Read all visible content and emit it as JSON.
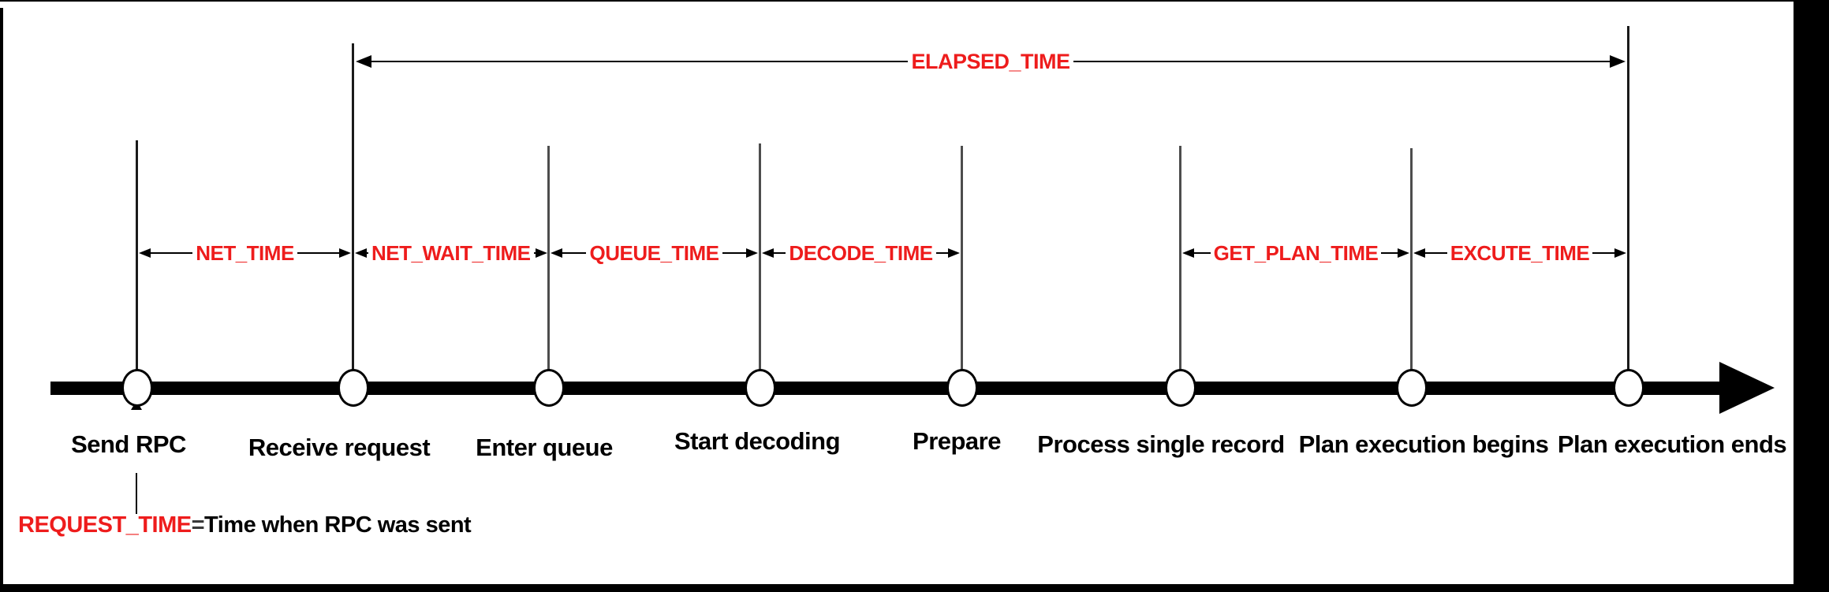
{
  "diagram": {
    "type": "rpc-timeline",
    "colors": {
      "interval_label": "#ee1c1c",
      "event_label": "#000000",
      "timeline": "#000000",
      "background": "#ffffff"
    },
    "events": [
      {
        "label": "Send RPC"
      },
      {
        "label": "Receive request"
      },
      {
        "label": "Enter queue"
      },
      {
        "label": "Start decoding"
      },
      {
        "label": "Prepare"
      },
      {
        "label": "Process single record"
      },
      {
        "label": "Plan execution begins"
      },
      {
        "label": "Plan execution ends"
      }
    ],
    "intervals": [
      {
        "label": "NET_TIME",
        "from": "Send RPC",
        "to": "Receive request"
      },
      {
        "label": "NET_WAIT_TIME",
        "from": "Receive request",
        "to": "Enter queue"
      },
      {
        "label": "QUEUE_TIME",
        "from": "Enter queue",
        "to": "Start decoding"
      },
      {
        "label": "DECODE_TIME",
        "from": "Start decoding",
        "to": "Prepare"
      },
      {
        "label": "GET_PLAN_TIME",
        "from": "Process single record",
        "to": "Plan execution begins"
      },
      {
        "label": "EXCUTE_TIME",
        "from": "Plan execution begins",
        "to": "Plan execution ends"
      }
    ],
    "elapsed": {
      "label": "ELAPSED_TIME",
      "from": "Receive request",
      "to": "Plan execution ends"
    },
    "note": {
      "term": "REQUEST_TIME",
      "equals": "=",
      "definition": "Time when RPC was sent"
    }
  }
}
